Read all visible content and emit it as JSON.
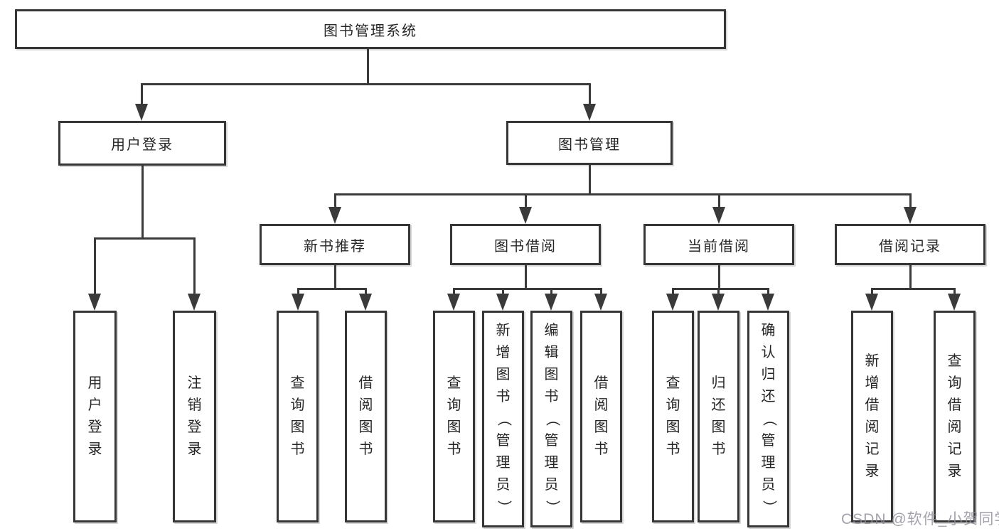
{
  "title": "图书管理系统",
  "watermark": "CSDN @软件_小贺同学",
  "colors": {
    "line": "#3a3a3a",
    "box_border": "#363636",
    "box_fill": "#ffffff",
    "text": "#262626",
    "watermark": "#8c8c98"
  },
  "tree": {
    "root": "图书管理系统",
    "branches": [
      {
        "label": "用户登录",
        "leaves": [
          "用户登录",
          "注销登录"
        ]
      },
      {
        "label": "图书管理",
        "groups": [
          {
            "label": "新书推荐",
            "leaves": [
              "查询图书",
              "借阅图书"
            ]
          },
          {
            "label": "图书借阅",
            "leaves": [
              "查询图书",
              "新增图书（管理员）",
              "编辑图书（管理员）",
              "借阅图书"
            ]
          },
          {
            "label": "当前借阅",
            "leaves": [
              "查询图书",
              "归还图书",
              "确认归还（管理员）"
            ]
          },
          {
            "label": "借阅记录",
            "leaves": [
              "新增借阅记录",
              "查询借阅记录"
            ]
          }
        ]
      }
    ]
  }
}
